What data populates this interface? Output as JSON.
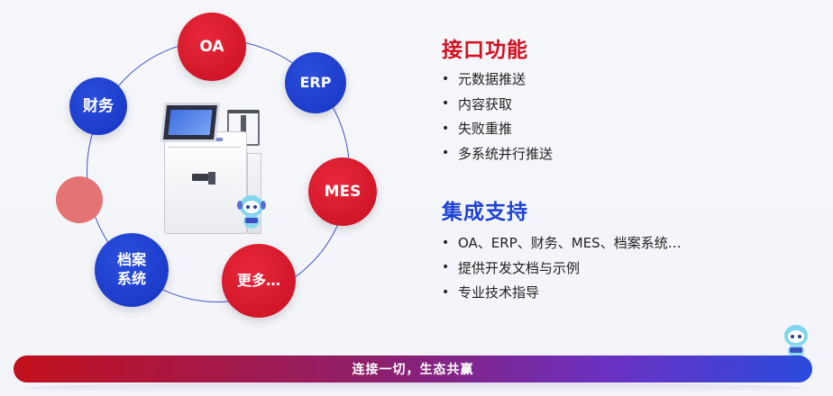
{
  "nodes": {
    "oa": "OA",
    "erp": "ERP",
    "finance": "财务",
    "mes": "MES",
    "archive_line1": "档案",
    "archive_line2": "系统",
    "more": "更多…"
  },
  "interface_section": {
    "title": "接口功能",
    "items": [
      "元数据推送",
      "内容获取",
      "失败重推",
      "多系统并行推送"
    ]
  },
  "integration_section": {
    "title": "集成支持",
    "items": [
      "OA、ERP、财务、MES、档案系统…",
      "提供开发文档与示例",
      "专业技术指导"
    ]
  },
  "bullet": "•",
  "banner": "连接一切，生态共赢",
  "colors": {
    "red": "#d3111f",
    "blue": "#1f43d2",
    "banner_start": "#c2101c",
    "banner_end": "#2a4bdc"
  }
}
